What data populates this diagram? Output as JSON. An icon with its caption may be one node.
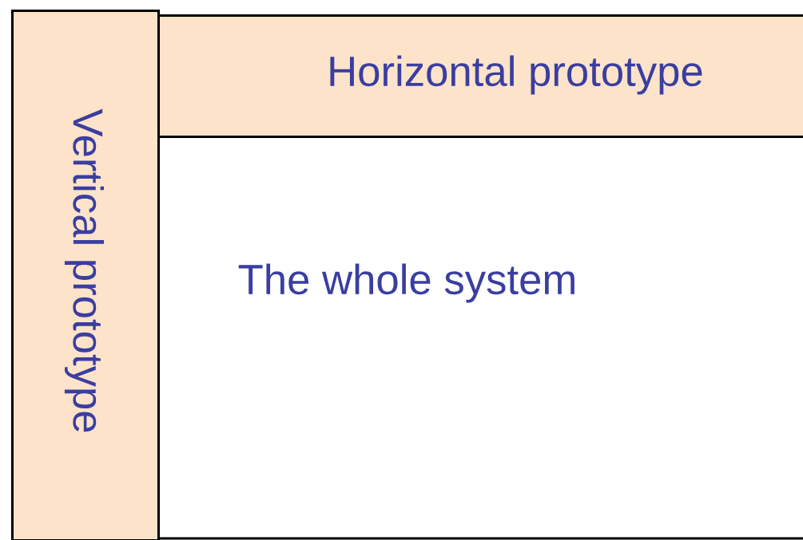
{
  "diagram": {
    "nodes": [
      {
        "text": [
          "Vertical prototype"
        ]
      },
      {
        "text": [
          "Horizontal prototype"
        ]
      }
    ],
    "labels": [
      "The whole system"
    ]
  }
}
